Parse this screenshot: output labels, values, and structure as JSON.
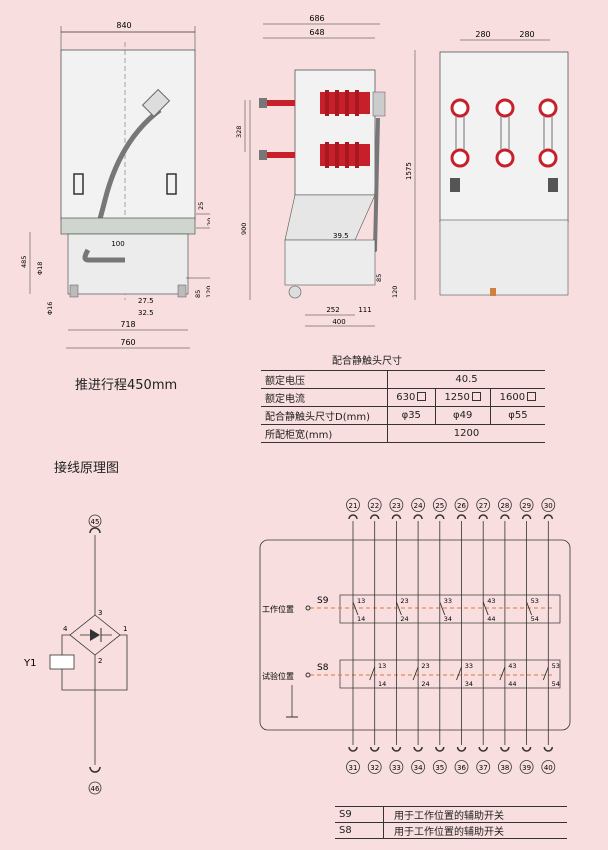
{
  "front_view": {
    "width_top": "840",
    "width_718": "718",
    "width_760": "760",
    "dim_100": "100",
    "dim_25": "25",
    "dim_20": "20",
    "dim_485": "485",
    "dim_18": "Φ18",
    "dim_16": "Φ16",
    "dim_275": "27.5",
    "dim_325": "32.5",
    "dim_85": "85",
    "dim_120": "120"
  },
  "side_view": {
    "width_686": "686",
    "width_648": "648",
    "dim_328": "328",
    "dim_900": "900",
    "dim_1575": "1575",
    "dim_395": "39.5",
    "dim_85": "85",
    "dim_120": "120",
    "dim_252": "252",
    "dim_111": "111",
    "dim_400": "400"
  },
  "back_view": {
    "pitch_1": "280",
    "pitch_2": "280"
  },
  "travel_label": "推进行程450mm",
  "spec_table": {
    "title": "配合静触头尺寸",
    "rows": [
      {
        "label": "额定电压",
        "values": [
          "40.5"
        ]
      },
      {
        "label": "额定电流",
        "values": [
          "630",
          "1250",
          "1600"
        ]
      },
      {
        "label": "配合静触头尺寸D(mm)",
        "values": [
          "φ35",
          "φ49",
          "φ55"
        ]
      },
      {
        "label": "所配柜宽(mm)",
        "values": [
          "1200"
        ]
      }
    ]
  },
  "wiring_title": "接线原理图",
  "left_circuit": {
    "top_terminal": "45",
    "bottom_terminal": "46",
    "coil_label": "Y1",
    "pin_1": "1",
    "pin_2": "2",
    "pin_3": "3",
    "pin_4": "4"
  },
  "aux_circuit": {
    "top_terminals": [
      "21",
      "22",
      "23",
      "24",
      "25",
      "26",
      "27",
      "28",
      "29",
      "30"
    ],
    "bottom_terminals": [
      "31",
      "32",
      "33",
      "34",
      "35",
      "36",
      "37",
      "38",
      "39",
      "40"
    ],
    "s9_label": "S9",
    "s8_label": "S8",
    "work_position": "工作位置",
    "test_position": "试验位置",
    "s9_contacts_top": [
      "13",
      "23",
      "33",
      "43",
      "53"
    ],
    "s9_contacts_bottom": [
      "14",
      "24",
      "34",
      "44",
      "54"
    ],
    "s8_contacts_top": [
      "13",
      "23",
      "33",
      "43",
      "53"
    ],
    "s8_contacts_bottom": [
      "14",
      "24",
      "34",
      "44",
      "54"
    ]
  },
  "legend": [
    {
      "code": "S9",
      "desc": "用于工作位置的辅助开关"
    },
    {
      "code": "S8",
      "desc": "用于工作位置的辅助开关"
    }
  ],
  "colors": {
    "background": "#f8dede",
    "insulator_red": "#c8202a",
    "cabinet_fill": "#f2f2f2",
    "dashed_orange": "#e07a30"
  }
}
